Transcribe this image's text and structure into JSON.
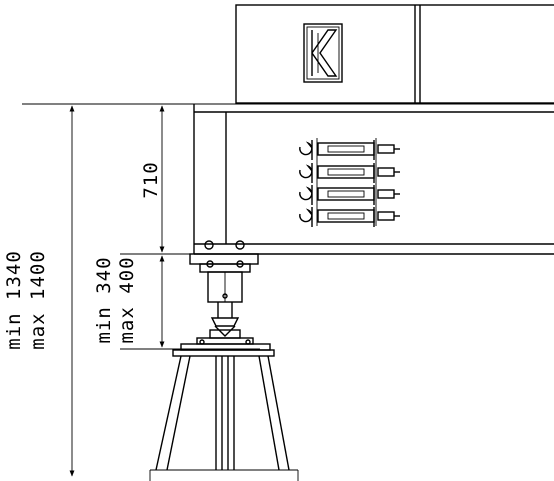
{
  "dimensions": {
    "crane_height": "710",
    "support_min": "min 340",
    "support_max": "max 400",
    "total_min": "min 1340",
    "total_max": "max 1400"
  },
  "logo": {
    "name": "k-logo-icon"
  },
  "hooks": {
    "count": 4,
    "icon": "hook-lifting-strap-icon"
  }
}
